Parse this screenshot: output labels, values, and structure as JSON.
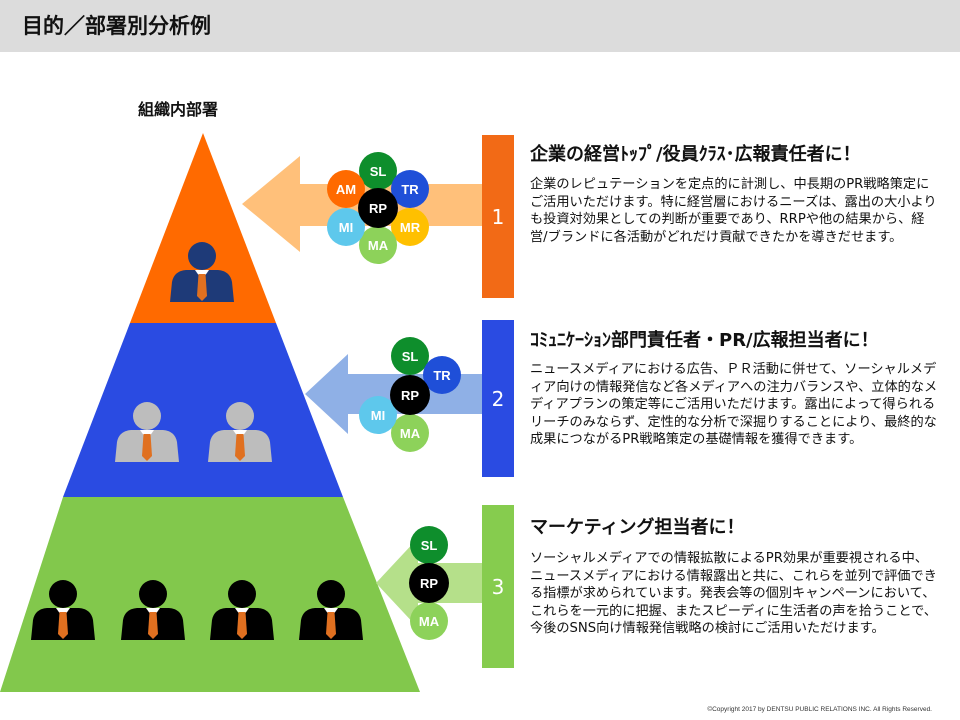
{
  "header": {
    "title": "目的／部署別分析例"
  },
  "pyramid": {
    "label": "組織内部署"
  },
  "colors": {
    "tier1": "#ff6a00",
    "tier2": "#2a4be2",
    "tier3": "#82c84c",
    "sl": "#0e8e2c",
    "tr": "#1f4fd8",
    "mr": "#ffc000",
    "ma": "#8dd25a",
    "mi": "#5ec8ec",
    "am": "#ff6a00",
    "rp": "#000000"
  },
  "sections": [
    {
      "number": "1",
      "title": "企業の経営ﾄｯﾌﾟ/役員ｸﾗｽ･広報責任者に！",
      "body": "企業のレピュテーションを定点的に計測し、中長期のPR戦略策定にご活用いただけます。特に経営層におけるニーズは、露出の大小よりも投資対効果としての判断が重要であり、RRPや他の結果から、経営/ブランドに各活動がどれだけ貢献できたかを導きだせます。",
      "circles": {
        "sl": "SL",
        "tr": "TR",
        "mr": "MR",
        "ma": "MA",
        "mi": "MI",
        "am": "AM",
        "rp": "RP"
      }
    },
    {
      "number": "2",
      "title": "ｺﾐｭﾆｹｰｼｮﾝ部門責任者・PR/広報担当者に！",
      "body": "ニュースメディアにおける広告、ＰＲ活動に併せて、ソーシャルメディア向けの情報発信など各メディアへの注力バランスや、立体的なメディアプランの策定等にご活用いただけます。露出によって得られるリーチのみならず、定性的な分析で深掘りすることにより、最終的な成果につながるPR戦略策定の基礎情報を獲得できます。",
      "circles": {
        "sl": "SL",
        "tr": "TR",
        "ma": "MA",
        "mi": "MI",
        "rp": "RP"
      }
    },
    {
      "number": "3",
      "title": "マーケティング担当者に！",
      "body": "ソーシャルメディアでの情報拡散によるPR効果が重要視される中、ニュースメディアにおける情報露出と共に、これらを並列で評価できる指標が求められています。発表会等の個別キャンペーンにおいて、これらを一元的に把握、またスピーディに生活者の声を拾うことで、今後のSNS向け情報発信戦略の検討にご活用いただけます。",
      "circles": {
        "sl": "SL",
        "ma": "MA",
        "rp": "RP"
      }
    }
  ],
  "footer": {
    "copyright": "©Copyright 2017 by DENTSU PUBLIC RELATIONS INC. All Rights Reserved."
  }
}
